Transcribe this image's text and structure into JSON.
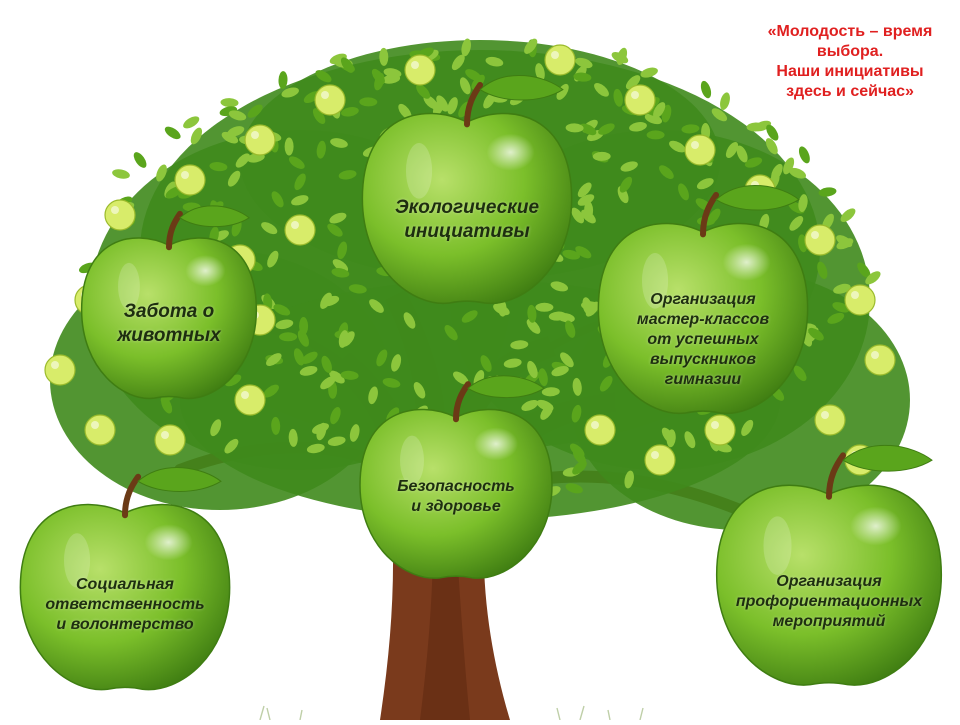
{
  "slogan": "«Молодость – время\nвыбора.\nНаши инициативы\nздесь и сейчас»",
  "colors": {
    "slogan": "#e02020",
    "apple_light": "#b8e06a",
    "apple_mid": "#7bbf2a",
    "apple_dark": "#3f7d12",
    "leaf": "#5aa51c",
    "trunk": "#7a3a1c",
    "canopy_dark": "#3f8a1c",
    "canopy_light": "#8cc63c",
    "small_apple": "#d8ec6a",
    "label_text": "#1e2e10"
  },
  "apples": [
    {
      "id": "ecology",
      "label": "Экологические\nинициативы"
    },
    {
      "id": "animals",
      "label": "Забота о\nживотных"
    },
    {
      "id": "masterclasses",
      "label": "Организация\nмастер-классов\nот успешных\nвыпускников\nгимназии"
    },
    {
      "id": "safety",
      "label": "Безопасность\nи здоровье"
    },
    {
      "id": "volunteering",
      "label": "Социальная\nответственность\nи волонтерство"
    },
    {
      "id": "career",
      "label": "Организация\nпрофориентационных\nмероприятий"
    }
  ]
}
